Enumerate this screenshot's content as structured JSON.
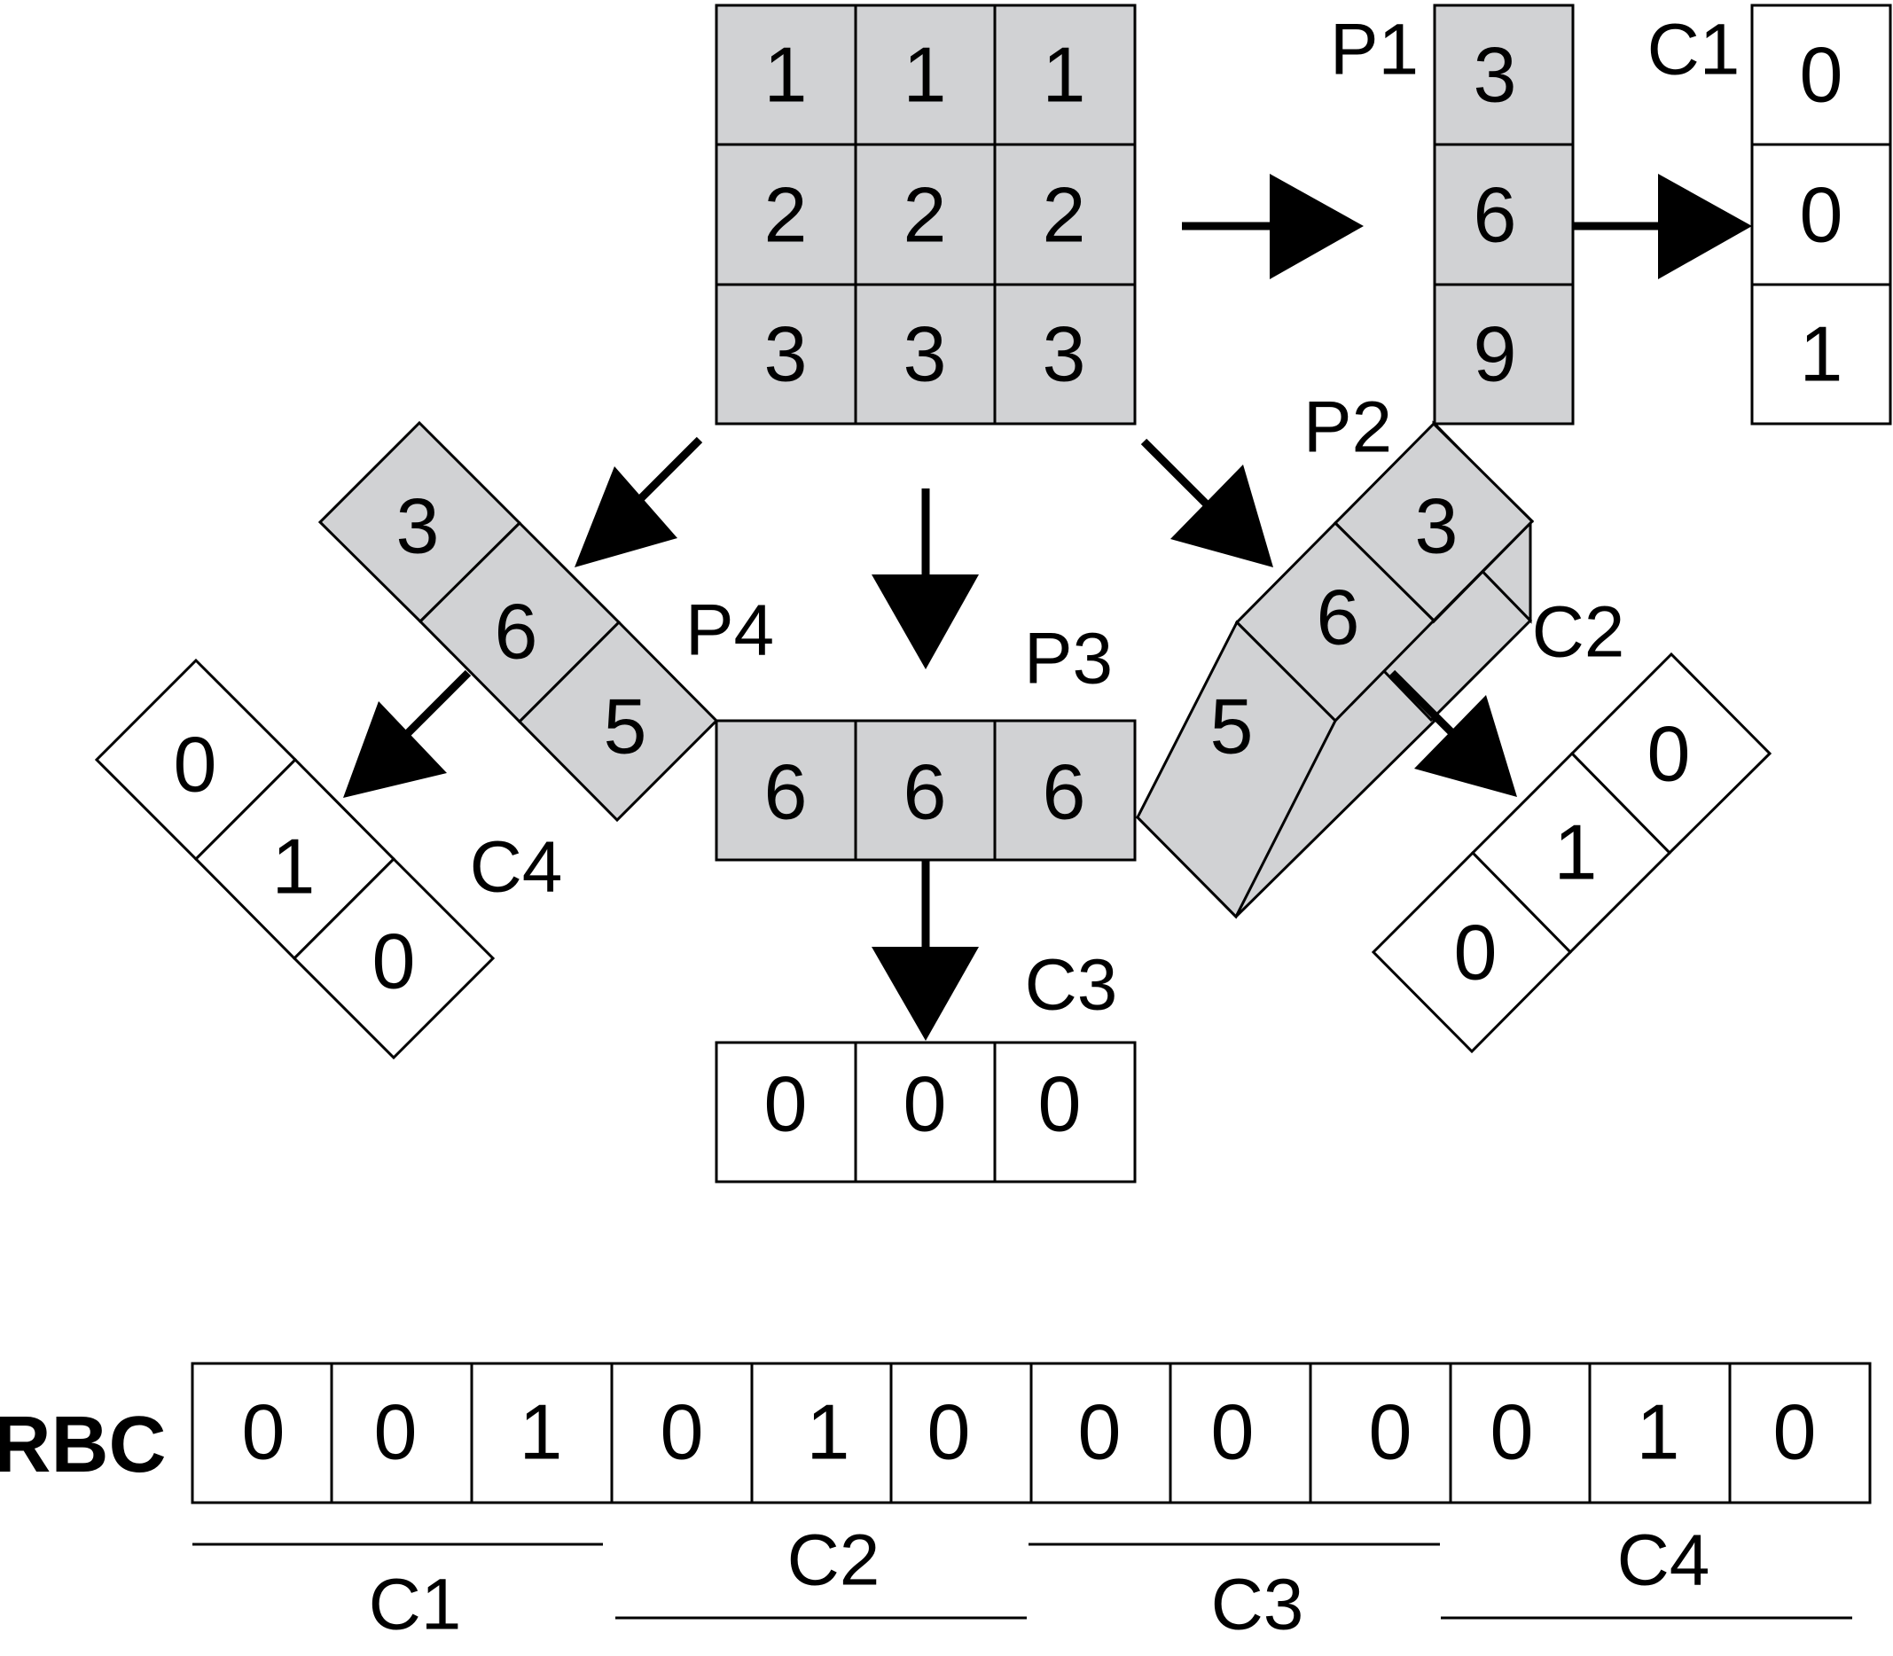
{
  "matrix": [
    [
      "1",
      "1",
      "1"
    ],
    [
      "2",
      "2",
      "2"
    ],
    [
      "3",
      "3",
      "3"
    ]
  ],
  "projections": {
    "P1": {
      "label": "P1",
      "values": [
        "3",
        "6",
        "9"
      ]
    },
    "P2": {
      "label": "P2",
      "values": [
        "5",
        "6",
        "3"
      ]
    },
    "P3": {
      "label": "P3",
      "values": [
        "6",
        "6",
        "6"
      ]
    },
    "P4": {
      "label": "P4",
      "values": [
        "3",
        "6",
        "5"
      ]
    }
  },
  "codes": {
    "C1": {
      "label": "C1",
      "values": [
        "0",
        "0",
        "1"
      ]
    },
    "C2": {
      "label": "C2",
      "values": [
        "0",
        "1",
        "0"
      ]
    },
    "C3": {
      "label": "C3",
      "values": [
        "0",
        "0",
        "0"
      ]
    },
    "C4": {
      "label": "C4",
      "values": [
        "0",
        "1",
        "0"
      ]
    }
  },
  "rbc": {
    "title": "RBC",
    "values": [
      "0",
      "0",
      "1",
      "0",
      "1",
      "0",
      "0",
      "0",
      "0",
      "0",
      "1",
      "0"
    ],
    "segments": [
      "C1",
      "C2",
      "C3",
      "C4"
    ]
  }
}
